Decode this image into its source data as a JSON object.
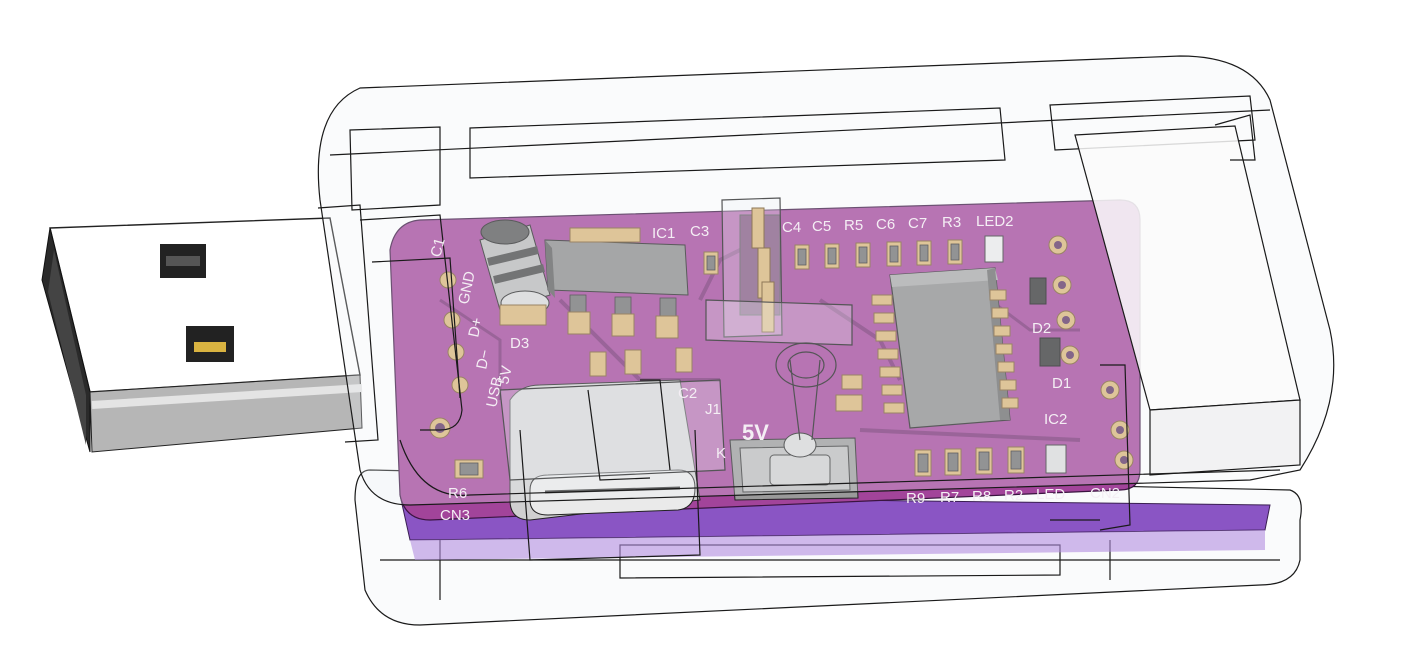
{
  "colors": {
    "pcb": "#a2449a",
    "pcb_dark": "#7a2f76",
    "pcb_edge": "#8a55c4",
    "silkscreen": "#f4eef4",
    "pad_gold": "#d8b476",
    "chip_body": "#8c8c8c",
    "enclosure": "rgba(236,240,244,0.28)",
    "usb_metal": "#d9d9d9"
  },
  "board_labels": {
    "c1": "C1",
    "gnd": "GND",
    "d_plus": "D+",
    "d_minus": "D−",
    "usb": "USB",
    "v5_small": "5V",
    "d3": "D3",
    "ic1": "IC1",
    "c3": "C3",
    "c4": "C4",
    "c5": "C5",
    "r5": "R5",
    "c6": "C6",
    "c7": "C7",
    "r3": "R3",
    "led2": "LED2",
    "d2": "D2",
    "d1": "D1",
    "ic2": "IC2",
    "c2": "C2",
    "j1": "J1",
    "k": "K",
    "v5_big": "5V",
    "r6": "R6",
    "cn3": "CN3",
    "r9": "R9",
    "r7": "R7",
    "r8": "R8",
    "r2": "R2",
    "led": "LED",
    "cn2": "CN2"
  }
}
